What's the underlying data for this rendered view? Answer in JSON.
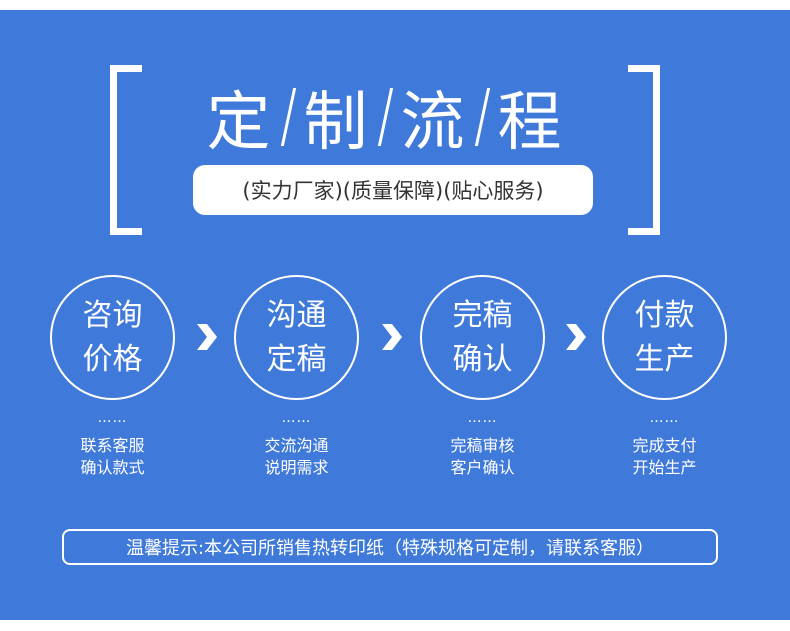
{
  "header": {
    "title_chars": [
      "定",
      "制",
      "流",
      "程"
    ],
    "subtitle": "(实力厂家)(质量保障)(贴心服务)"
  },
  "steps": [
    {
      "label": "咨询\n价格",
      "dots": "……",
      "desc_line1": "联系客服",
      "desc_line2": "确认款式"
    },
    {
      "label": "沟通\n定稿",
      "dots": "……",
      "desc_line1": "交流沟通",
      "desc_line2": "说明需求"
    },
    {
      "label": "完稿\n确认",
      "dots": "……",
      "desc_line1": "完稿审核",
      "desc_line2": "客户确认"
    },
    {
      "label": "付款\n生产",
      "dots": "……",
      "desc_line1": "完成支付",
      "desc_line2": "开始生产"
    }
  ],
  "notice": {
    "text": "温馨提示:本公司所销售热转印纸（特殊规格可定制，请联系客服）"
  },
  "colors": {
    "background": "#3f79d9",
    "foreground": "#ffffff",
    "subtitle_text": "#333333"
  },
  "icons": {
    "step_arrow": "chevron-right-icon"
  }
}
